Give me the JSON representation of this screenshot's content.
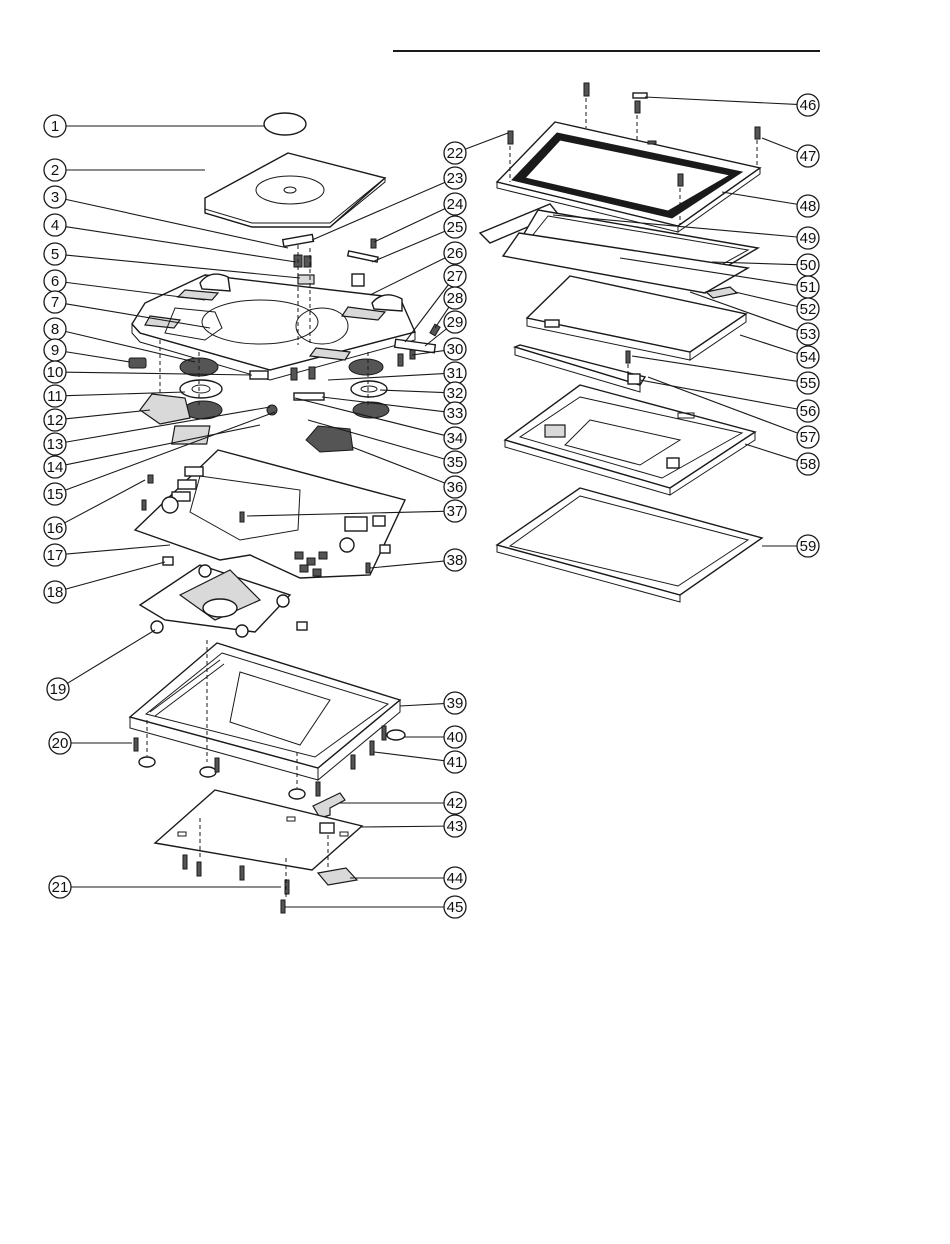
{
  "diagram": {
    "callout_color": "#1a1a1a",
    "callouts": [
      {
        "label": "1"
      },
      {
        "label": "2"
      },
      {
        "label": "3"
      },
      {
        "label": "4"
      },
      {
        "label": "5"
      },
      {
        "label": "6"
      },
      {
        "label": "7"
      },
      {
        "label": "8"
      },
      {
        "label": "9"
      },
      {
        "label": "10"
      },
      {
        "label": "11"
      },
      {
        "label": "12"
      },
      {
        "label": "13"
      },
      {
        "label": "14"
      },
      {
        "label": "15"
      },
      {
        "label": "16"
      },
      {
        "label": "17"
      },
      {
        "label": "18"
      },
      {
        "label": "19"
      },
      {
        "label": "20"
      },
      {
        "label": "21"
      },
      {
        "label": "22"
      },
      {
        "label": "23"
      },
      {
        "label": "24"
      },
      {
        "label": "25"
      },
      {
        "label": "26"
      },
      {
        "label": "27"
      },
      {
        "label": "28"
      },
      {
        "label": "29"
      },
      {
        "label": "30"
      },
      {
        "label": "31"
      },
      {
        "label": "32"
      },
      {
        "label": "33"
      },
      {
        "label": "34"
      },
      {
        "label": "35"
      },
      {
        "label": "36"
      },
      {
        "label": "37"
      },
      {
        "label": "38"
      },
      {
        "label": "39"
      },
      {
        "label": "40"
      },
      {
        "label": "41"
      },
      {
        "label": "42"
      },
      {
        "label": "43"
      },
      {
        "label": "44"
      },
      {
        "label": "45"
      },
      {
        "label": "46"
      },
      {
        "label": "47"
      },
      {
        "label": "48"
      },
      {
        "label": "49"
      },
      {
        "label": "50"
      },
      {
        "label": "51"
      },
      {
        "label": "52"
      },
      {
        "label": "53"
      },
      {
        "label": "54"
      },
      {
        "label": "55"
      },
      {
        "label": "56"
      },
      {
        "label": "57"
      },
      {
        "label": "58"
      },
      {
        "label": "59"
      }
    ]
  }
}
